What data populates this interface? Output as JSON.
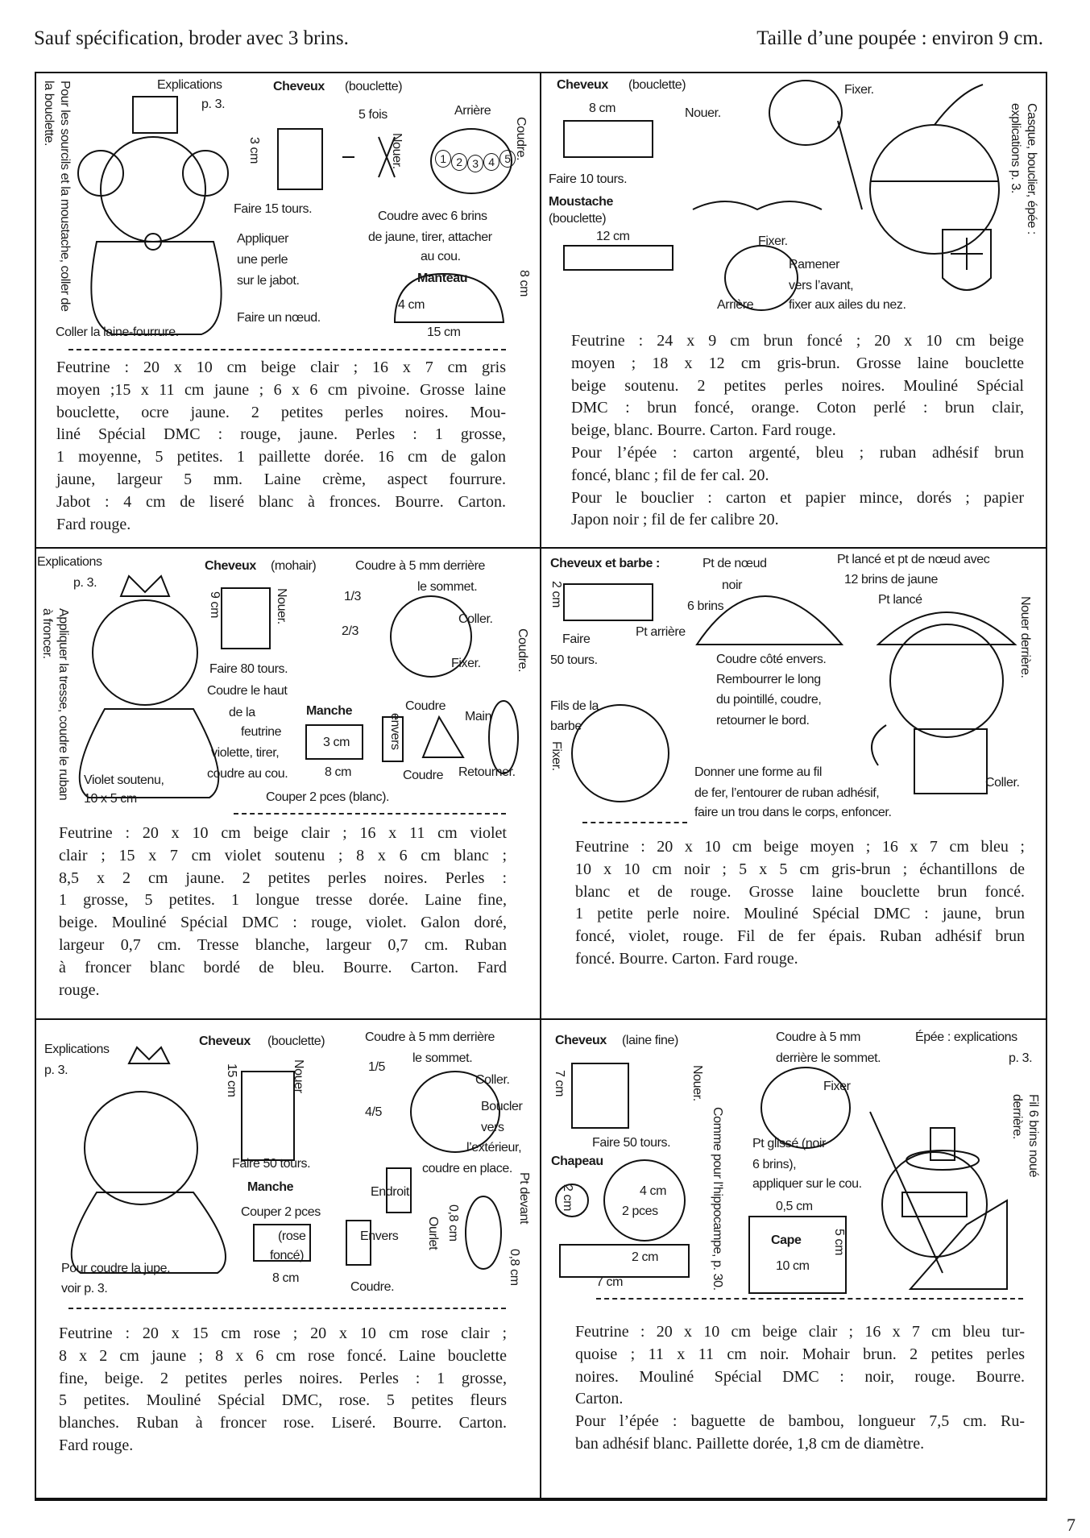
{
  "header": {
    "left": "Sauf spécification, broder avec 3 brins.",
    "right": "Taille d’une poupée : environ 9 cm."
  },
  "page_number": "7",
  "cells": [
    {
      "name": "roi",
      "labels": [
        "Explications",
        "p. 3.",
        "Cheveux",
        "(bouclette)",
        "5 fois",
        "Arrière",
        "3 cm",
        "Nouer.",
        "Coudre.",
        "1",
        "2",
        "3",
        "4",
        "5",
        "Faire 15 tours.",
        "Coudre avec 6 brins",
        "de jaune, tirer, attacher",
        "au cou.",
        "Appliquer",
        "une perle",
        "sur le jabot.",
        "Manteau",
        "8 cm",
        "4 cm",
        "15 cm",
        "Faire un nœud.",
        "Coller la laine-fourrure.",
        "Pour les sourcils et la moustache, coller de la bouclette."
      ],
      "materials": [
        [
          "Feutrine : 20 x 10 cm beige clair ; 16 x 7 cm gris",
          "moyen ;15 x 11 cm jaune ; 6 x 6 cm pivoine. Grosse laine",
          "bouclette, ocre jaune. 2 petites perles noires. Mou-",
          "liné Spécial DMC : rouge, jaune. Perles : 1 grosse,",
          "1 moyenne, 5 petites. 1 paillette dorée. 16 cm de galon",
          "jaune, largeur 5 mm. Laine crème, aspect fourrure.",
          "Jabot : 4 cm de liseré blanc à fronces. Bourre. Carton.",
          "Fard rouge."
        ]
      ]
    },
    {
      "name": "chevalier",
      "labels": [
        "Cheveux",
        "(bouclette)",
        "8 cm",
        "Nouer.",
        "Fixer.",
        "Faire 10 tours.",
        "Moustache",
        "(bouclette)",
        "12 cm",
        "Fixer.",
        "Ramener",
        "vers l’avant,",
        "fixer aux ailes du nez.",
        "Arrière",
        "Casque, bouclier, épée : explications p. 3."
      ],
      "materials": [
        [
          "Feutrine : 24 x 9 cm brun foncé ; 20 x 10 cm beige",
          "moyen ; 18 x 12 cm gris-brun. Grosse laine bouclette",
          "beige soutenu. 2 petites perles noires. Mouliné Spécial",
          "DMC : brun foncé, orange. Coton perlé : brun clair,",
          "beige, blanc. Bourre. Carton. Fard rouge."
        ],
        [
          "Pour l’épée : carton argenté, bleu ; ruban adhésif brun",
          "foncé, blanc ; fil de fer cal. 20."
        ],
        [
          "Pour le bouclier : carton et papier mince, dorés ; papier",
          "Japon noir ; fil de fer calibre 20."
        ]
      ]
    },
    {
      "name": "princesse-violette",
      "labels": [
        "Explications",
        "p. 3.",
        "Cheveux",
        "(mohair)",
        "Coudre à 5 mm derrière",
        "le sommet.",
        "9 cm",
        "Nouer.",
        "1/3",
        "2/3",
        "Coller.",
        "Fixer.",
        "Coudre.",
        "Appliquer la tresse, coudre le ruban à froncer.",
        "Faire 80 tours.",
        "Coudre le haut",
        "de la",
        "feutrine",
        "violette, tirer,",
        "coudre au cou.",
        "Manche",
        "3 cm",
        "8 cm",
        "envers",
        "Coudre",
        "Main",
        "Coudre",
        "Retourner.",
        "Violet soutenu,",
        "10 x 5 cm",
        "Couper 2 pces (blanc)."
      ],
      "materials": [
        [
          "Feutrine : 20 x 10 cm beige clair ; 16 x 11 cm violet",
          "clair ; 15 x 7 cm violet soutenu ; 8 x 6 cm blanc ;",
          "8,5 x 2 cm jaune. 2 petites perles noires. Perles :",
          "1 grosse, 5 petites. 1 longue tresse dorée. Laine fine,",
          "beige. Mouliné Spécial DMC : rouge, violet. Galon doré,",
          "largeur 0,7 cm. Tresse blanche, largeur 0,7 cm.  Ruban",
          "à froncer blanc bordé de bleu. Bourre. Carton. Fard",
          "rouge."
        ]
      ]
    },
    {
      "name": "pirate",
      "labels": [
        "Cheveux et barbe :",
        "Pt de nœud",
        "Pt lancé et pt de nœud avec",
        "noir",
        "12 brins de jaune",
        "Pt lancé",
        "6 brins",
        "2 cm",
        "Faire",
        "50 tours.",
        "Pt arrière",
        "Coudre côté envers.",
        "Rembourrer le long",
        "du pointillé, coudre,",
        "retourner le bord.",
        "Fils de la",
        "barbe",
        "Fixer.",
        "Nouer derrière.",
        "Donner une forme au fil",
        "de fer, l’entourer de ruban adhésif,",
        "faire un trou dans le corps, enfoncer.",
        "Coller."
      ],
      "materials": [
        [
          "Feutrine : 20 x 10 cm beige moyen ; 16 x 7 cm bleu ;",
          "10 x 10 cm noir ; 5 x 5 cm gris-brun ; échantillons de",
          "blanc et de rouge. Grosse laine bouclette brun foncé.",
          "1 petite perle noire. Mouliné Spécial DMC : jaune, brun",
          "foncé, violet, rouge. Fil de fer épais. Ruban adhésif brun",
          "foncé. Bourre. Carton. Fard rouge."
        ]
      ]
    },
    {
      "name": "princesse-rose",
      "labels": [
        "Explications",
        "p. 3.",
        "Cheveux",
        "(bouclette)",
        "Coudre à 5 mm derrière",
        "le sommet.",
        "15 cm",
        "Nouer",
        "1/5",
        "4/5",
        "Coller.",
        "Boucler",
        "vers",
        "l’extérieur,",
        "coudre en place.",
        "Faire 50 tours.",
        "Manche",
        "Couper 2 pces",
        "(rose",
        "foncé)",
        "8 cm",
        "Endroit",
        "Envers",
        "Coudre.",
        "Ourlet",
        "0,8 cm",
        "Pt devant",
        "0,8 cm",
        "Pour coudre la jupe,",
        "voir p. 3."
      ],
      "materials": [
        [
          "Feutrine : 20 x 15 cm rose ; 20 x 10 cm rose clair ;",
          "8 x 2 cm jaune ; 8 x 6 cm rose foncé. Laine bouclette",
          "fine, beige. 2 petites perles noires. Perles : 1 grosse,",
          "5 petites. Mouliné Spécial DMC, rose. 5 petites fleurs",
          "blanches. Ruban à froncer rose. Liseré. Bourre. Carton.",
          "Fard rouge."
        ]
      ]
    },
    {
      "name": "zorro",
      "labels": [
        "Cheveux",
        "(laine fine)",
        "Coudre à 5 mm",
        "derrière le sommet.",
        "Épée : explications",
        "p. 3.",
        "7 cm",
        "Nouer.",
        "Fixer",
        "Faire 50 tours.",
        "Comme pour l’hippocampe, p. 30.",
        "Fil 6 brins noué derrière.",
        "Chapeau",
        "2 cm",
        "4 cm",
        "2 pces",
        "2 cm",
        "7 cm",
        "Pt glissé (noir",
        "6 brins),",
        "appliquer sur le cou.",
        "0,5 cm",
        "Cape",
        "5 cm",
        "10 cm"
      ],
      "materials": [
        [
          "Feutrine : 20 x 10 cm beige clair ; 16 x 7 cm bleu tur-",
          "quoise ; 11 x 11 cm noir. Mohair brun. 2 petites perles",
          "noires. Mouliné Spécial DMC : noir, rouge. Bourre.",
          "Carton."
        ],
        [
          "Pour l’épée : baguette de bambou, longueur 7,5 cm. Ru-",
          "ban adhésif blanc. Paillette dorée, 1,8 cm de diamètre."
        ]
      ]
    }
  ]
}
